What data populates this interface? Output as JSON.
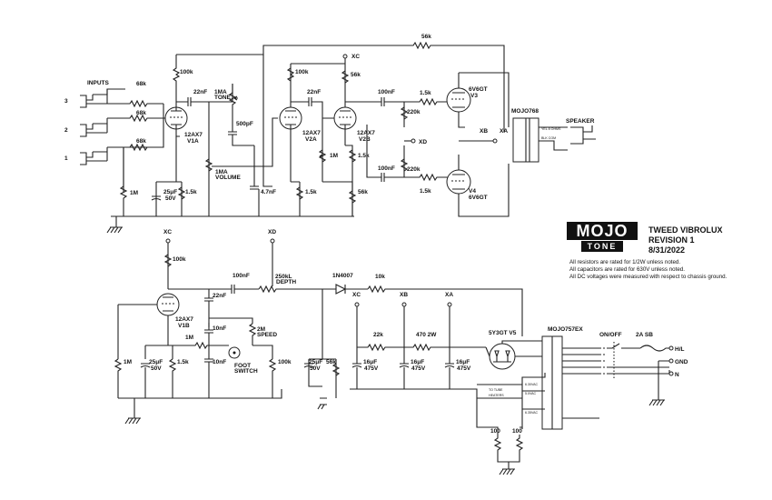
{
  "title": {
    "name": "TWEED VIBROLUX",
    "revision": "REVISION 1",
    "date": "8/31/2022"
  },
  "logo": {
    "top": "MOJO",
    "bottom": "TONE"
  },
  "notes": [
    "All resistors are rated for 1/2W unless noted.",
    "All capacitors are rated for 630V unless noted.",
    "All DC voltages were measured with respect to chassis ground."
  ],
  "labels": {
    "inputs": "INPUTS",
    "jack3": "3",
    "jack2": "2",
    "jack1": "1",
    "r68k_a": "68k",
    "r68k_b": "68k",
    "r68k_c": "68k",
    "r1m_in": "1M",
    "c25u_a": "25μF",
    "c25u_a_v": "50V",
    "r1k5_a": "1.5k",
    "r100k_a": "100k",
    "c22n_a": "22nF",
    "v1a": "12AX7",
    "v1a_id": "V1A",
    "pot_tone": "1MA",
    "pot_tone2": "TONE",
    "c500p": "500pF",
    "pot_vol": "1MA",
    "pot_vol2": "VOLUME",
    "c47n": "4.7nF",
    "xc_top": "XC",
    "r56k_top": "56k",
    "r100k_b": "100k",
    "c22n_b": "22nF",
    "v2a": "12AX7",
    "v2a_id": "V2A",
    "r1k5_b": "1.5k",
    "r56k_b": "56k",
    "v2b": "12AX7",
    "v2b_id": "V2B",
    "r1m_b": "1M",
    "r1k5_c": "1.5k",
    "r56k_c": "56k",
    "c100n_a": "100nF",
    "c100n_b": "100nF",
    "r220k_a": "220k",
    "r220k_b": "220k",
    "r1k5_g1": "1.5k",
    "r1k5_g2": "1.5k",
    "xd_mid": "XD",
    "v3": "6V6GT",
    "v3_id": "V3",
    "v4": "V4",
    "v4_id": "6V6GT",
    "xb_mid": "XB",
    "xa_mid": "XA",
    "ot": "MOJO768",
    "speaker": "SPEAKER",
    "ot_a": "YEL 8 OHMS",
    "ot_b": "BLK COM",
    "xc_low": "XC",
    "xd_low": "XD",
    "r100k_v1b": "100k",
    "c100n_c": "100nF",
    "pot_depth": "250kL",
    "pot_depth2": "DEPTH",
    "c22n_c": "22nF",
    "c10n_a": "10nF",
    "c10n_b": "10nF",
    "pot_speed": "2M",
    "pot_speed2": "SPEED",
    "r1m_c": "1M",
    "r1m_d": "1M",
    "c25u_b": "25μF",
    "c25u_b_v": "50V",
    "r1k5_d": "1.5k",
    "v1b": "12AX7",
    "v1b_id": "V1B",
    "foot": "FOOT",
    "foot2": "SWITCH",
    "r100k_c": "100k",
    "c25u_c": "25μF",
    "c25u_c_v": "50V",
    "r56k_d": "56k",
    "diode": "1N4007",
    "r10k": "10k",
    "xc_ps": "XC",
    "xb_ps": "XB",
    "xa_ps": "XA",
    "r22k": "22k",
    "r470": "470 2W",
    "c16u_a": "16μF",
    "c16u_a_v": "475V",
    "c16u_b": "16μF",
    "c16u_b_v": "475V",
    "c16u_c": "16μF",
    "c16u_c_v": "475V",
    "rect": "5Y3GT V5",
    "pt": "MOJO757EX",
    "onoff": "ON/OFF",
    "fuse": "2A SB",
    "hl": "H/L",
    "gnd": "GND",
    "n": "N",
    "tube_heaters": "TO TUBE",
    "tube_heaters2": "HEATERS",
    "r100_a": "100",
    "r100_b": "100",
    "v_5vac": "5.0VAC",
    "v_63vac": "6.35VAC",
    "v_630": "6.30VAC"
  }
}
